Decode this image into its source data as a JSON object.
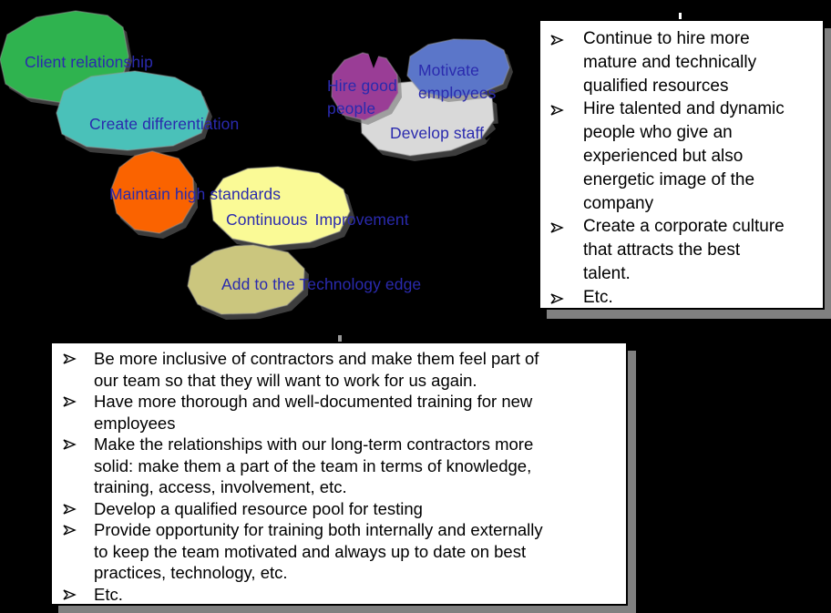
{
  "canvas": {
    "background_color": "#000000",
    "bubble_label_color": "#2a2aae",
    "panel_shadow_color": "#808080",
    "panel_background_color": "#ffffff"
  },
  "bubbles": [
    {
      "id": "client-relationship",
      "label": "Client relationship",
      "color": "#2fb34f"
    },
    {
      "id": "create-differentiation",
      "label": "Create differentiation",
      "color": "#4ac1b9"
    },
    {
      "id": "hire-good-people",
      "label": "Hire good\npeople",
      "color": "#9a3d96"
    },
    {
      "id": "motivate-employees",
      "label": "Motivate\nemployees",
      "color": "#5b76c9"
    },
    {
      "id": "develop-staff",
      "label": "Develop staff",
      "color": "#d9d9d9"
    },
    {
      "id": "maintain-high-standards",
      "label": "Maintain high standards",
      "color": "#fa6300"
    },
    {
      "id": "continuous-improvement",
      "label": "Continuous  Improvement",
      "color": "#fafa96"
    },
    {
      "id": "add-technology-edge",
      "label": "Add to the Technology edge",
      "color": "#cbc67e"
    }
  ],
  "right_panel": {
    "bullet_icon": "open-arrowhead",
    "items": [
      "Continue to hire more\nmature and technically\nqualified resources",
      "Hire talented and dynamic\npeople who give an\nexperienced but also\nenergetic image of the\ncompany",
      "Create a corporate culture\nthat attracts the best\ntalent.",
      "Etc."
    ]
  },
  "bottom_panel": {
    "bullet_icon": "open-arrowhead",
    "items": [
      "Be more inclusive of contractors and make them feel part of\nour team so that they will want to work for us again.",
      "Have more thorough and well-documented training for new\nemployees",
      "Make the relationships with our long-term contractors more\nsolid: make them a part of the team in terms of knowledge,\ntraining, access, involvement, etc.",
      "Develop a qualified resource pool for testing",
      "Provide opportunity for training both internally and externally\nto keep the team motivated and always up to date on best\npractices, technology, etc.",
      "Etc."
    ]
  }
}
